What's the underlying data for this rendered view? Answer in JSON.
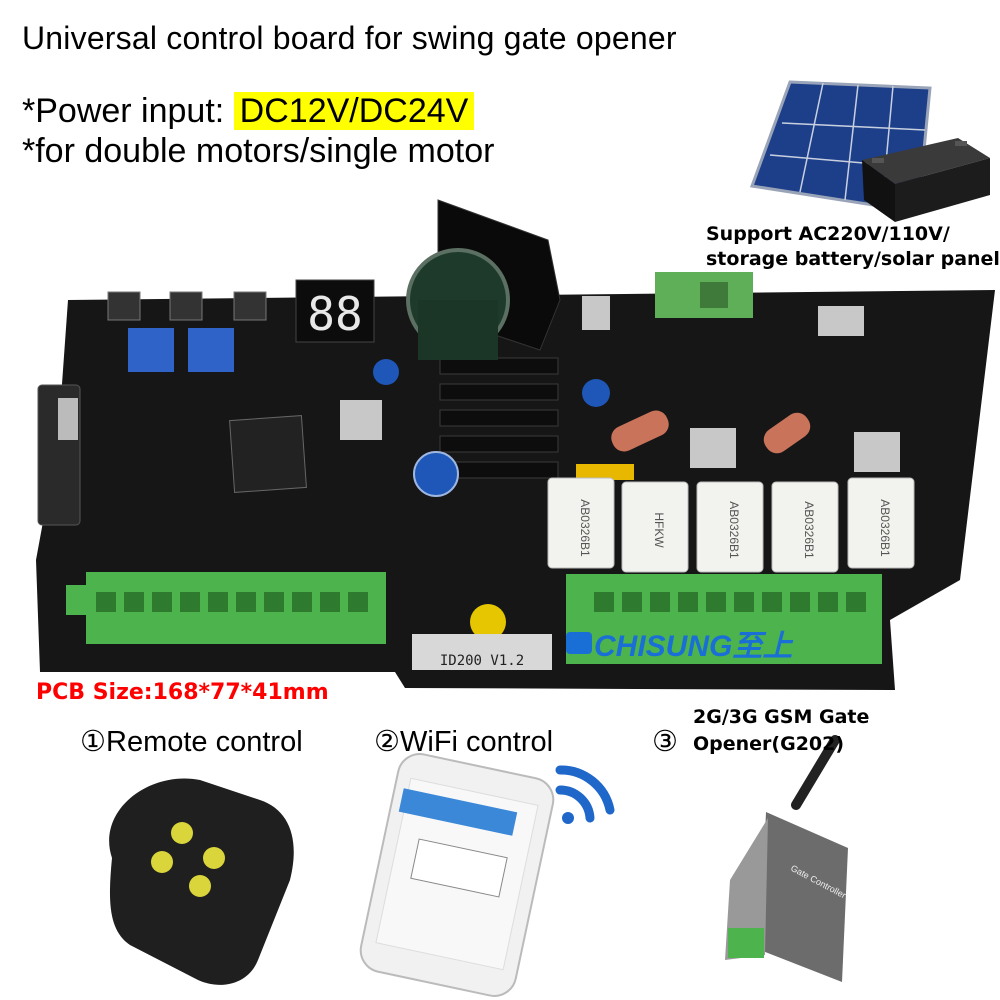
{
  "header": {
    "title": "Universal control board for swing gate opener",
    "power_prefix": "*Power input: ",
    "power_value": "DC12V/DC24V",
    "motors": "*for double motors/single motor"
  },
  "support": {
    "line1": "Support AC220V/110V/",
    "line2": "storage battery/solar panel"
  },
  "board": {
    "brand": "CHISUNG至上",
    "pcb_size": "PCB Size:168*77*41mm",
    "model": "ID200 V1.2",
    "display": "88",
    "relay_text": "HFKW",
    "relay_code": "AB0326B1"
  },
  "options": {
    "remote": "①Remote control",
    "wifi": "②WiFi control",
    "gsm_num": "③",
    "gsm_line1": "2G/3G GSM Gate",
    "gsm_line2": "Opener(G202)",
    "gsm_device_label": "Gate Controller"
  },
  "colors": {
    "highlight": "#ffff00",
    "pcb": "#161616",
    "terminal": "#4db34d",
    "relay": "#f2f2ee",
    "pcb_size_text": "#ff0000",
    "brand_blue": "#1a6fd6"
  }
}
